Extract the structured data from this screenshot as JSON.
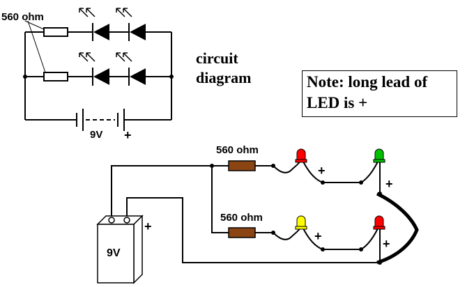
{
  "schematic": {
    "resistor_label": "560 ohm",
    "battery_label": "9V",
    "battery_polarity": "+"
  },
  "title": {
    "line1": "circuit",
    "line2": "diagram"
  },
  "note": {
    "line1": "Note: long lead of",
    "line2": "LED is +"
  },
  "breadboard": {
    "resistor_top_label": "560 ohm",
    "resistor_bottom_label": "560 ohm",
    "battery_label": "9V",
    "battery_plus": "+",
    "led_plus_labels": [
      "+",
      "+",
      "+",
      "+"
    ]
  },
  "colors": {
    "wire": "#000000",
    "resistor_body": "#8b4513",
    "led_red": "#ff0000",
    "led_green": "#00c000",
    "led_yellow": "#ffff00"
  }
}
